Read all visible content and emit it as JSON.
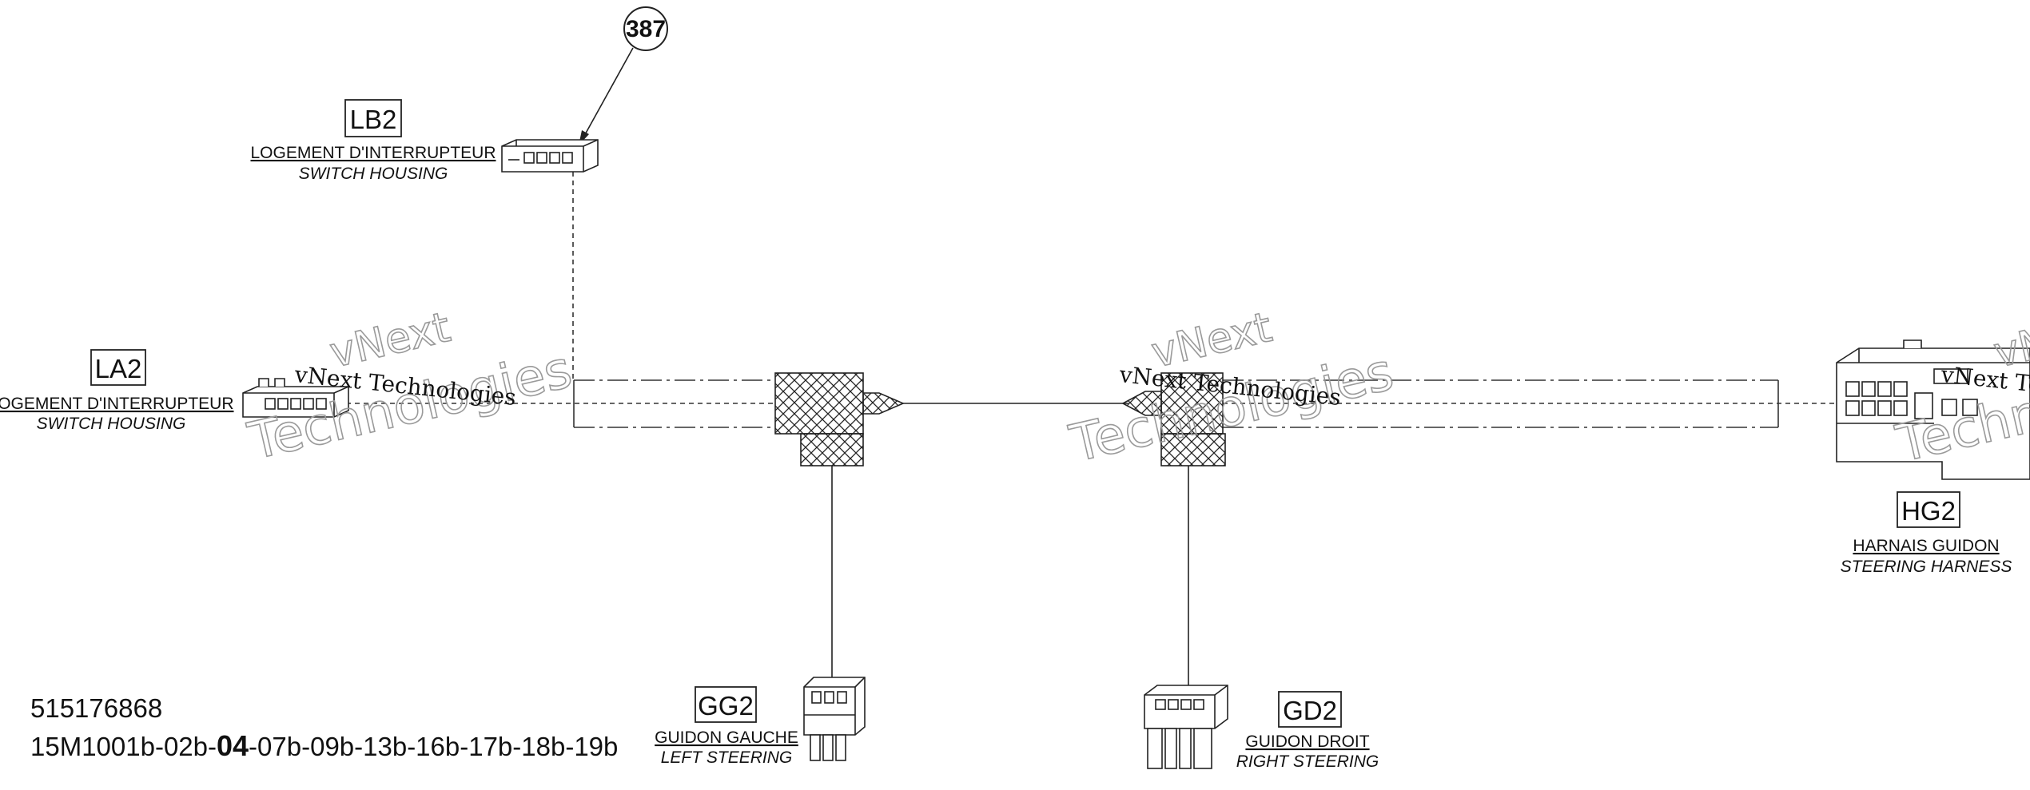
{
  "callout": {
    "number": "387"
  },
  "connectors": {
    "lb2": {
      "code": "LB2",
      "label_fr": "LOGEMENT D'INTERRUPTEUR",
      "label_en": "SWITCH HOUSING"
    },
    "la2": {
      "code": "LA2",
      "label_fr": "LOGEMENT D'INTERRUPTEUR",
      "label_en": "SWITCH HOUSING"
    },
    "hg2": {
      "code": "HG2",
      "label_fr": "HARNAIS GUIDON",
      "label_en": "STEERING HARNESS"
    },
    "gg2": {
      "code": "GG2",
      "label_fr": "GUIDON GAUCHE",
      "label_en": "LEFT STEERING"
    },
    "gd2": {
      "code": "GD2",
      "label_fr": "GUIDON DROIT",
      "label_en": "RIGHT STEERING"
    }
  },
  "footer": {
    "reference": "515176868",
    "part_prefix": "15M1001b-02b-",
    "part_highlight": "04",
    "part_suffix": "-07b-09b-13b-16b-17b-18b-19b"
  },
  "watermark": {
    "line1": "vNext",
    "line2": "Technologies",
    "text": "vNext Technologies"
  }
}
